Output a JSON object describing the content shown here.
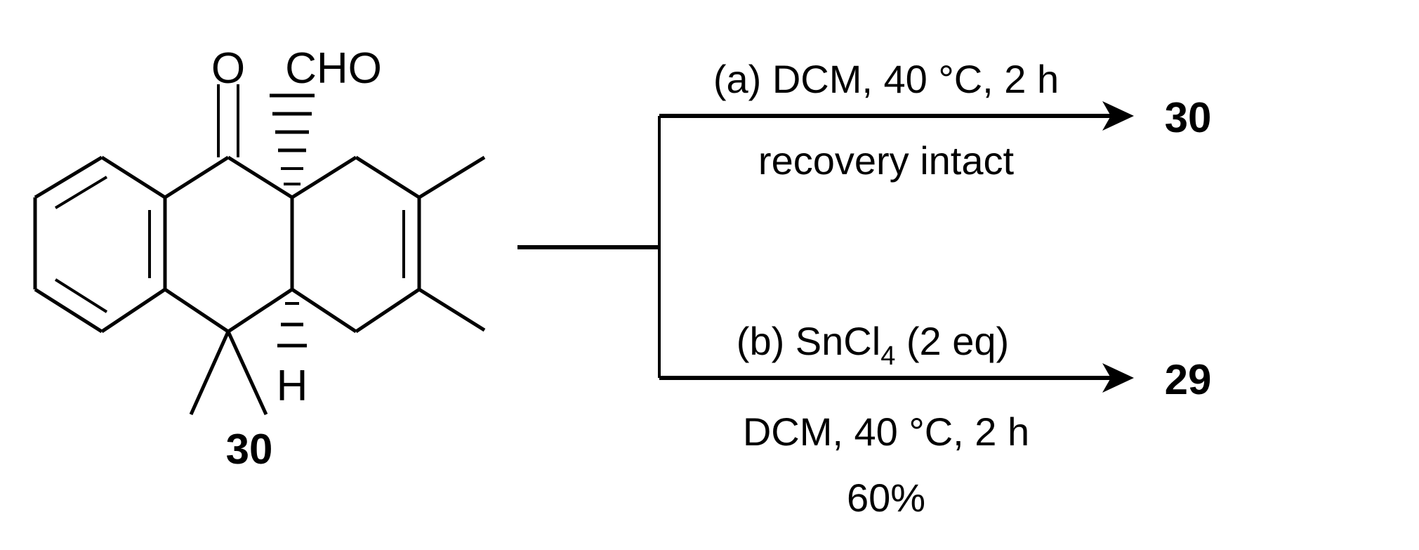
{
  "scheme": {
    "title": "Reaction scheme: compound 30 under two conditions",
    "background_color": "#ffffff",
    "ink_color": "#000000"
  },
  "substrate": {
    "label": "30",
    "atom_labels": {
      "ketone_oxygen": "O",
      "aldehyde": "CHO",
      "ring_fusion_hydrogen": "H"
    }
  },
  "conditions": {
    "branch_a": {
      "line1": "(a) DCM, 40 °C, 2 h",
      "line2": "recovery intact",
      "product": "30"
    },
    "branch_b": {
      "line1_prefix": "(b) SnCl",
      "line1_subscript": "4",
      "line1_suffix": " (2 eq)",
      "line2": "DCM, 40 °C, 2 h",
      "line3": "60%",
      "product": "29"
    }
  }
}
